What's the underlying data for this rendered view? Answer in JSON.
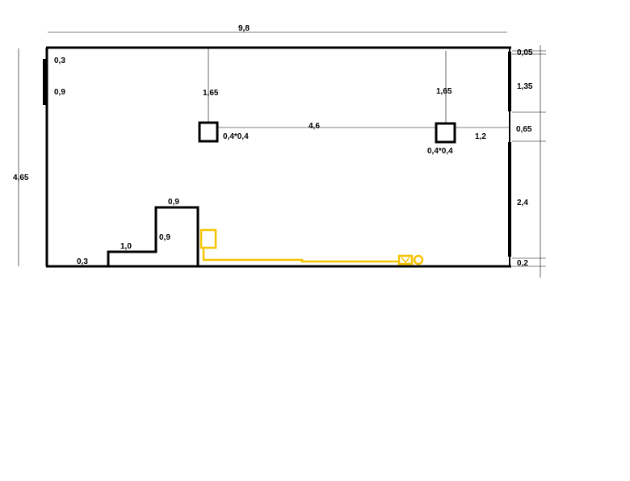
{
  "dimensions": {
    "overall_width": "9,8",
    "overall_height": "4,65",
    "left_wall_top": "0,3",
    "left_wall_segment": "0,9",
    "column1_from_wall": "1,65",
    "column2_from_wall": "1,65",
    "between_columns": "4,6",
    "column1_size": "0,4*0,4",
    "column2_size": "0,4*0,4",
    "column2_to_right_wall": "1,2",
    "step_top_width": "0,9",
    "step_top_height": "0,9",
    "step_lower_width": "1,0",
    "bottom_left_offset": "0,3",
    "right_top_gap": "0,05",
    "right_segment_1": "1,35",
    "right_opening": "0,65",
    "right_segment_2": "2,4",
    "right_bottom_gap": "0,2"
  },
  "colors": {
    "walls": "#000000",
    "dimension_lines": "#000000",
    "utility_line": "#f5c400"
  }
}
